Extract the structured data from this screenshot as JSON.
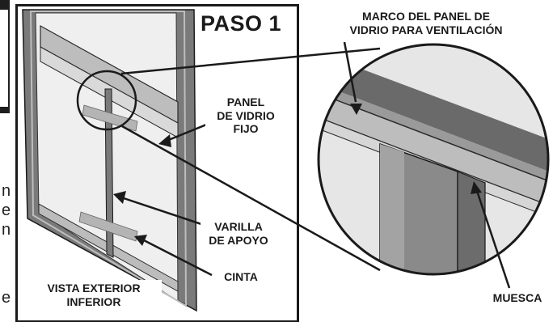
{
  "diagram": {
    "step_title": "PASO 1",
    "labels": {
      "vent_panel_frame": [
        "MARCO DEL PANEL DE",
        "VIDRIO PARA VENTILACIÓN"
      ],
      "fixed_glass_panel": [
        "PANEL",
        "DE VIDRIO",
        "FIJO"
      ],
      "support_rod": [
        "VARILLA",
        "DE APOYO"
      ],
      "tape": "CINTA",
      "notch": "MUESCA",
      "view": [
        "VISTA EXTERIOR",
        "INFERIOR"
      ]
    },
    "cropped_text_fragments": [
      "n",
      "e",
      "n",
      "e"
    ]
  },
  "colors": {
    "ink": "#1a1a1a",
    "frame_gray": "#6e6e6e",
    "glass": "#ececec",
    "rod": "#7a7a7a",
    "tape": "#b4b4b4"
  }
}
